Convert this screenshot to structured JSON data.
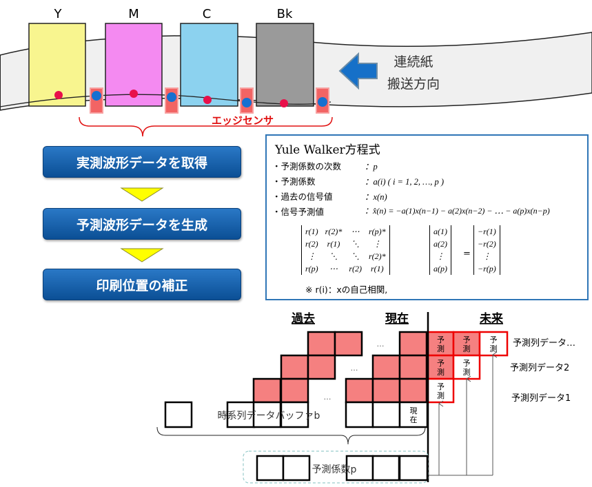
{
  "colors": {
    "yellow": "#f8f58f",
    "magenta": "#f48af1",
    "cyan": "#8cd2ef",
    "black": "#9a9a9a",
    "sensor": "#f26464",
    "flow": "#0b5aa0",
    "accent": "#e01010"
  },
  "heads": [
    {
      "label": "Y"
    },
    {
      "label": "M"
    },
    {
      "label": "C"
    },
    {
      "label": "Bk"
    }
  ],
  "direction": {
    "line1": "連続紙",
    "line2": "搬送方向",
    "icon": "arrow-left-icon"
  },
  "sensor_label": "エッジセンサ",
  "flow": [
    {
      "label": "実測波形データを取得"
    },
    {
      "label": "予測波形データを生成"
    },
    {
      "label": "印刷位置の補正"
    }
  ],
  "formula": {
    "title": "Yule Walker方程式",
    "items": [
      {
        "label": "・予測係数の次数",
        "value": "：p"
      },
      {
        "label": "・予測係数",
        "value": "：a(i) ( i = 1, 2, …, p )"
      },
      {
        "label": "・過去の信号値",
        "value": "：x(n)"
      },
      {
        "label": "・信号予測値",
        "value": "：x̂(n) = −a(1)x(n−1) − a(2)x(n−2) − ⋯ − a(p)x(n−p)"
      }
    ],
    "matrix": [
      [
        "r(1)",
        "r(2)*",
        "⋯",
        "r(p)*"
      ],
      [
        "r(2)",
        "r(1)",
        "⋱",
        "⋮"
      ],
      [
        "⋮",
        "⋱",
        "⋱",
        "r(2)*"
      ],
      [
        "r(p)",
        "⋯",
        "r(2)",
        "r(1)"
      ]
    ],
    "vector_a": [
      "a(1)",
      "a(2)",
      "⋮",
      "a(p)"
    ],
    "equals": "=",
    "vector_r": [
      "−r(1)",
      "−r(2)",
      "⋮",
      "−r(p)"
    ],
    "note": "※ r(i)：xの自己相関,"
  },
  "timeline": {
    "past": "過去",
    "present": "現在",
    "future": "未来",
    "ellipsis": "…",
    "present_cell": "現在",
    "predict_cell": "予測",
    "buffer_label": "時系列データバッファb",
    "coef_label": "予測係数p",
    "series": [
      "予測列データ…",
      "予測列データ2",
      "予測列データ1"
    ]
  }
}
